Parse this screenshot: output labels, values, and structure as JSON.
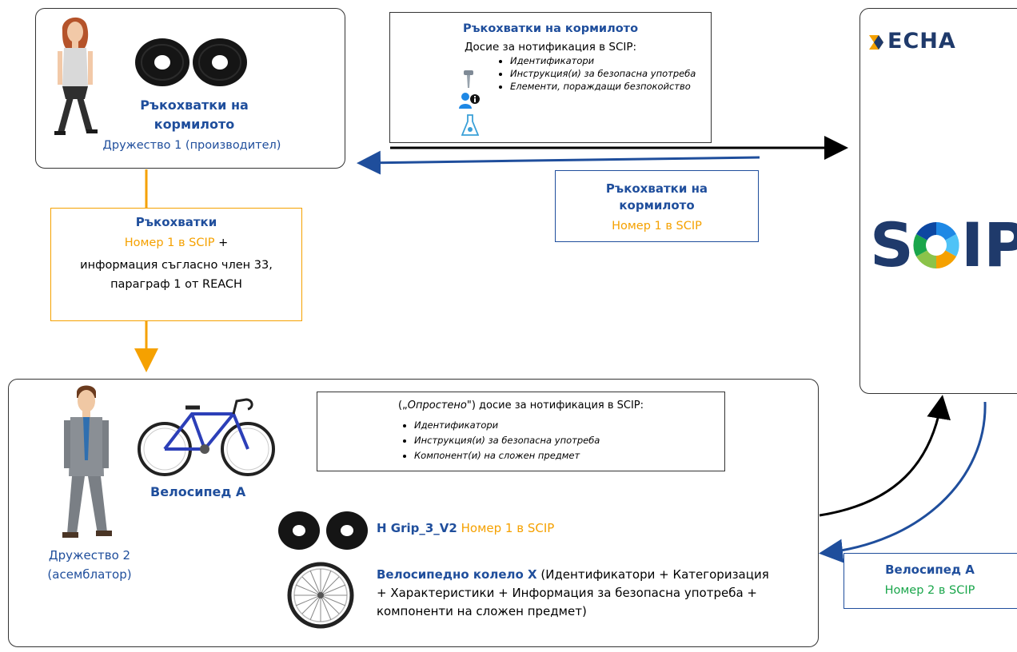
{
  "company1": {
    "product": "Ръкохватки на кормилото",
    "company": "Дружество 1 (производител)"
  },
  "dossier1": {
    "title": "Ръкохватки на кормилото",
    "subtitle": "Досие за нотификация в SCIP:",
    "items": [
      "Идентификатори",
      "Инструкция(и) за безопасна употреба",
      "Елементи, пораждащи безпокойство"
    ]
  },
  "return1": {
    "product": "Ръкохватки на кормилото",
    "scip": "Номер 1 в SCIP"
  },
  "middle": {
    "title": "Ръкохватки",
    "scip": "Номер 1 в SCIP",
    "plus": "+",
    "info": "информация съгласно член 33, параграф 1 от REACH"
  },
  "company2": {
    "product": "Велосипед A",
    "company": "Дружество 2 (асемблатор)",
    "grip_name": "H Grip_3_V2",
    "grip_scip": "Номер 1 в SCIP",
    "wheel_name": "Велосипедно колело X",
    "wheel_desc": "(Идентификатори + Категоризация + Характеристики + Информация за безопасна употреба + компоненти на сложен предмет)"
  },
  "dossier2": {
    "prefix": "(„",
    "simplified": "Опростено",
    "suffix": "\") досие за нотификация в SCIP:",
    "items": [
      "Идентификатори",
      "Инструкция(и) за безопасна употреба",
      "Компонент(и) на сложен предмет"
    ]
  },
  "return2": {
    "product": "Велосипед A",
    "scip": "Номер 2 в SCIP"
  },
  "echa": {
    "logo": "ECHA",
    "scip_logo": "SCIP"
  },
  "colors": {
    "blue": "#1f4e9c",
    "orange": "#f5a100",
    "green": "#1aa64b"
  }
}
